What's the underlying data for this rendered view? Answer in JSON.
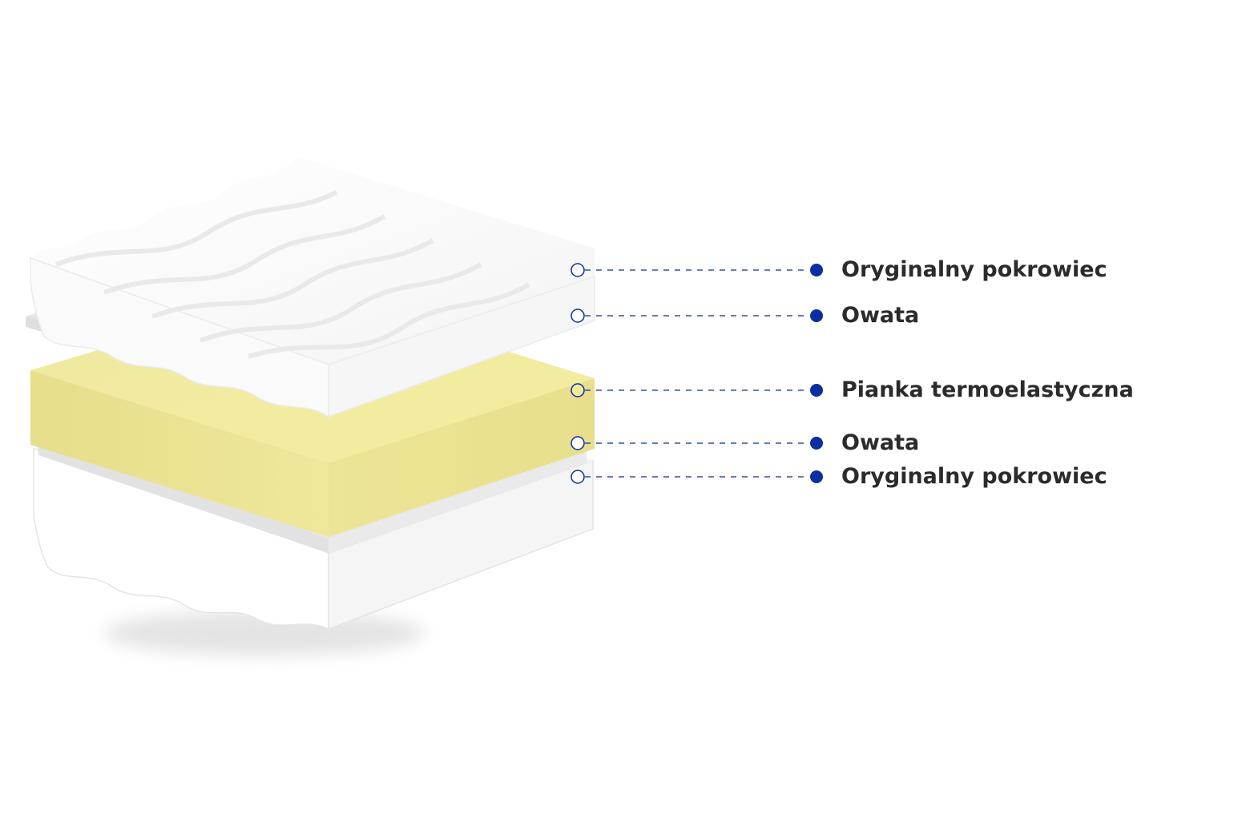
{
  "colors": {
    "accent": "#0b2fa0",
    "foam": "#f0e89e",
    "cover": "#ffffff",
    "wadding": "#e6e6e6",
    "label_text": "#2b2b2b"
  },
  "layers": [
    {
      "name": "cover-top",
      "label": "Oryginalny pokrowiec"
    },
    {
      "name": "wadding-top",
      "label": "Owata"
    },
    {
      "name": "foam",
      "label": "Pianka termoelastyczna"
    },
    {
      "name": "wadding-bottom",
      "label": "Owata"
    },
    {
      "name": "cover-bottom",
      "label": "Oryginalny pokrowiec"
    }
  ]
}
